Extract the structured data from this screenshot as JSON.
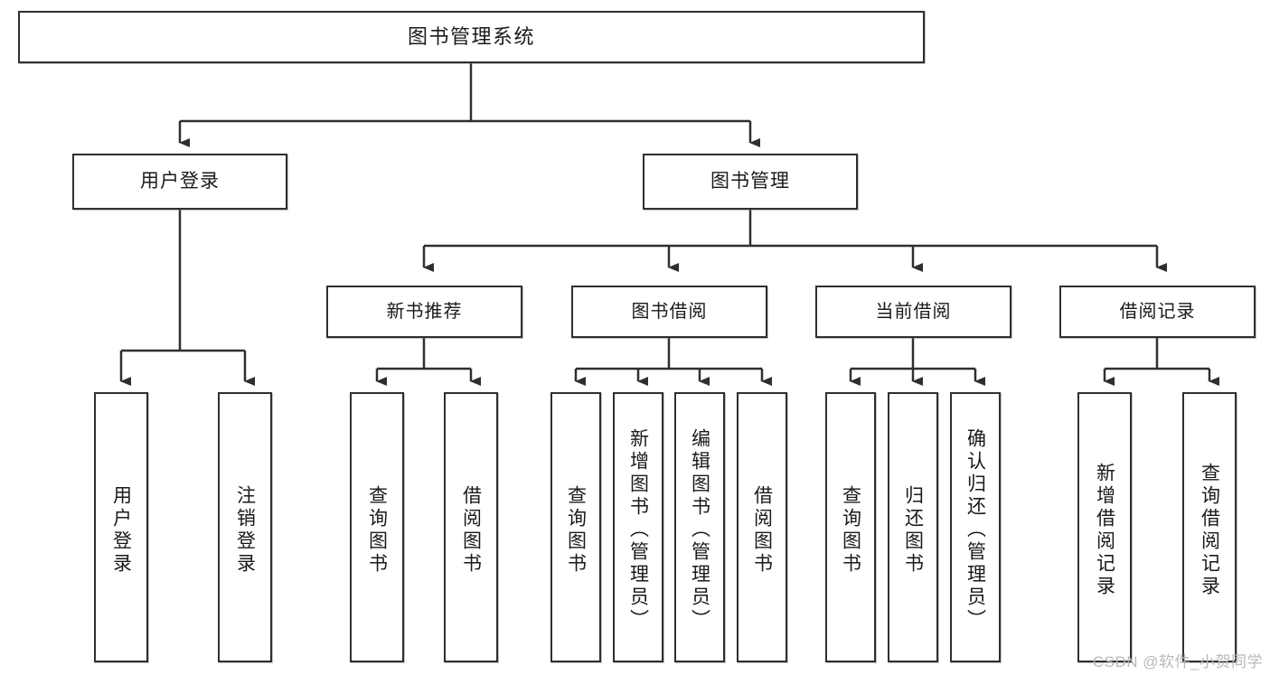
{
  "diagram": {
    "title": "图书管理系统",
    "type": "tree",
    "orientation": "top-down",
    "colors": {
      "background": "#ffffff",
      "node_fill": "#ffffff",
      "node_border": "#2f2f2f",
      "connector": "#2f2f2f",
      "text": "#1a1a1a",
      "watermark": "#b9b9b9"
    }
  },
  "watermark": {
    "text": "CSDN @软件_小贺同学"
  },
  "nodes": {
    "root": {
      "label": "图书管理系统"
    },
    "level1": [
      {
        "id": "user-login",
        "label": "用户登录"
      },
      {
        "id": "book-manage",
        "label": "图书管理"
      }
    ],
    "level2": [
      {
        "id": "new-book-recommend",
        "label": "新书推荐"
      },
      {
        "id": "book-borrow",
        "label": "图书借阅"
      },
      {
        "id": "current-borrow",
        "label": "当前借阅"
      },
      {
        "id": "borrow-record",
        "label": "借阅记录"
      }
    ],
    "leaves": {
      "user-login": [
        {
          "id": "leaf-user-login",
          "label": "用户登录"
        },
        {
          "id": "leaf-logout-login",
          "label": "注销登录"
        }
      ],
      "new-book-recommend": [
        {
          "id": "leaf-query-book-1",
          "label": "查询图书"
        },
        {
          "id": "leaf-borrow-book-1",
          "label": "借阅图书"
        }
      ],
      "book-borrow": [
        {
          "id": "leaf-query-book-2",
          "label": "查询图书"
        },
        {
          "id": "leaf-add-book",
          "label": "新增图书（管理员）"
        },
        {
          "id": "leaf-edit-book",
          "label": "编辑图书（管理员）"
        },
        {
          "id": "leaf-borrow-book-2",
          "label": "借阅图书"
        }
      ],
      "current-borrow": [
        {
          "id": "leaf-query-book-3",
          "label": "查询图书"
        },
        {
          "id": "leaf-return-book",
          "label": "归还图书"
        },
        {
          "id": "leaf-confirm-return",
          "label": "确认归还（管理员）"
        }
      ],
      "borrow-record": [
        {
          "id": "leaf-add-record",
          "label": "新增借阅记录"
        },
        {
          "id": "leaf-query-record",
          "label": "查询借阅记录"
        }
      ]
    }
  }
}
